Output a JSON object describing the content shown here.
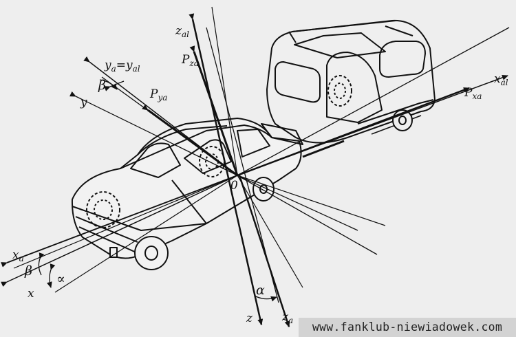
{
  "axes": {
    "z_al": {
      "main": "z",
      "sub": "al"
    },
    "P_za": {
      "main": "P",
      "sub": "za"
    },
    "y_a_eq_y_al": {
      "main": "y",
      "sub": "a",
      "mid": "=y",
      "sub2": "al"
    },
    "beta_top": "β",
    "P_ya": {
      "main": "P",
      "sub": "ya"
    },
    "y": "y",
    "x_al": {
      "main": "x",
      "sub": "al"
    },
    "P_xa": {
      "main": "P",
      "sub": "xa"
    },
    "origin": "0",
    "x_a": {
      "main": "x",
      "sub": "a"
    },
    "beta_bottom": "β",
    "alpha_left": "∝",
    "x": "x",
    "alpha_bottom": "α",
    "z": "z",
    "z_a": {
      "main": "z",
      "sub": "a"
    }
  },
  "watermark": "www.fanklub-niewiadowek.com"
}
